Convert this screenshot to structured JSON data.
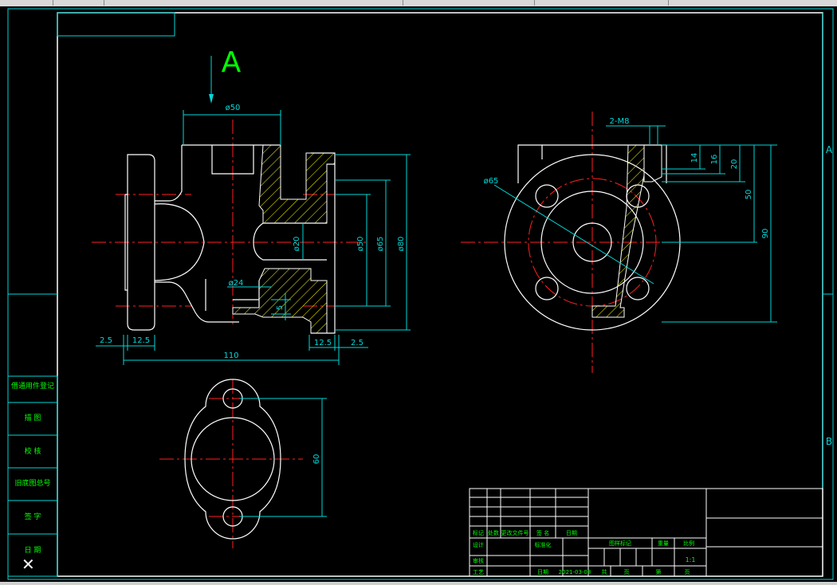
{
  "view_label": "A",
  "dims": {
    "d50_top": "ø50",
    "d20": "ø20",
    "d50": "ø50",
    "d65": "ø65",
    "d80": "ø80",
    "d24": "ø24",
    "five": "5",
    "w25_left": "2.5",
    "w125_left": "12.5",
    "w125_right": "12.5",
    "w25_right": "2.5",
    "len110": "110",
    "m8": "2-M8",
    "d65_side": "ø65",
    "h14": "14",
    "h16": "16",
    "h20": "20",
    "h50": "50",
    "h90": "90",
    "h60": "60"
  },
  "zones": {
    "A": "A",
    "B": "B"
  },
  "left_table": [
    "借通用件登记",
    "描 图",
    "校 核",
    "旧底图总号",
    "签 字",
    "日 期"
  ],
  "title_block": {
    "r1": [
      "标记",
      "处数",
      "更改文件号",
      "签 名",
      "日期"
    ],
    "r2": [
      "设计",
      "标准化"
    ],
    "r2b": [
      "图样标记",
      "重量",
      "比例"
    ],
    "r3": [
      "审核"
    ],
    "r4": [
      "工艺",
      "日期",
      "2021-03-08",
      "共",
      "页",
      "第",
      "页"
    ],
    "scale": "1:1"
  },
  "colors": {
    "outline": "#ffffff",
    "center": "#ff2020",
    "dim": "#00d8d8",
    "hatch": "#ffff00",
    "text": "#00ff00",
    "frame": "#ffffff"
  }
}
